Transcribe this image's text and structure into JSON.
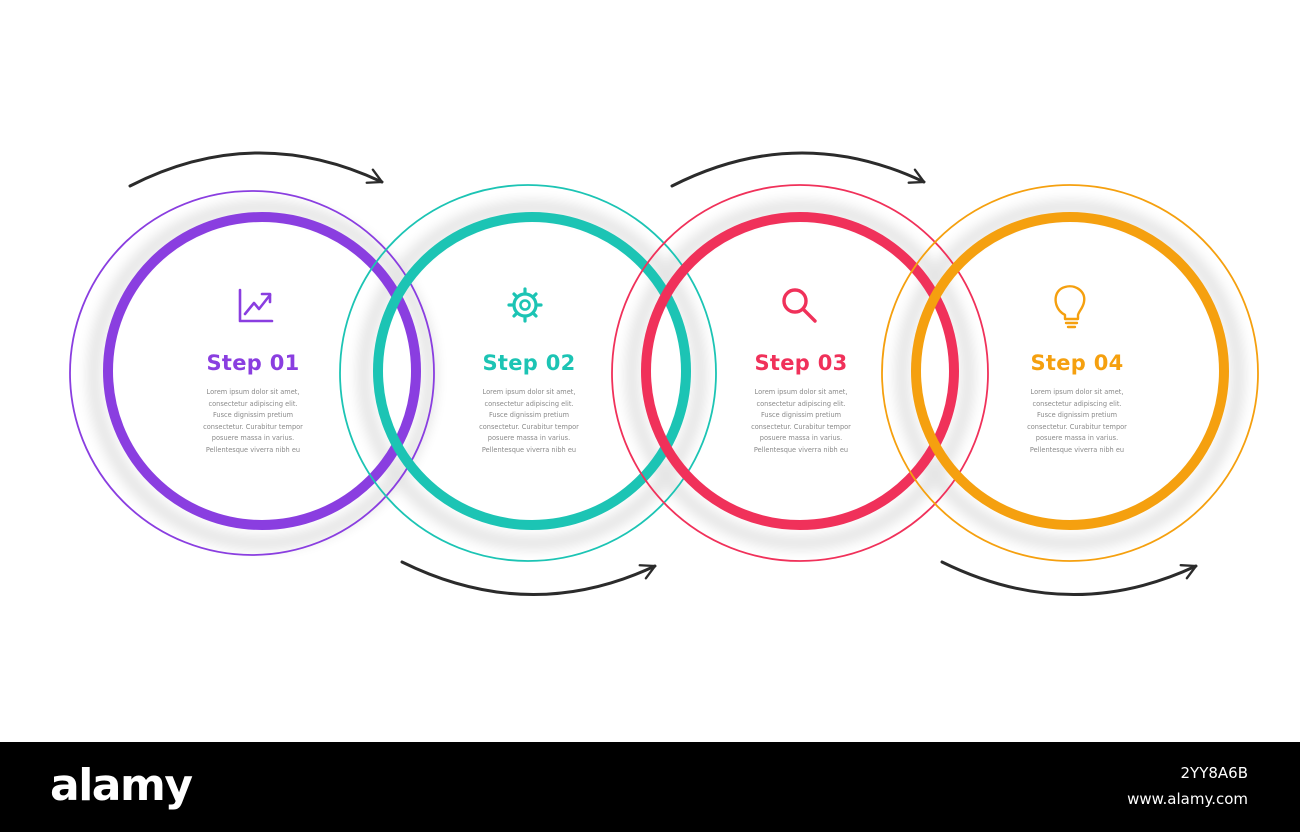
{
  "steps": [
    {
      "title": "Step 01",
      "icon": "chart-growth-icon",
      "color": "#8a3ee0",
      "body": "Lorem ipsum dolor sit amet,\nconsectetur adipiscing elit.\nFusce dignissim pretium\nconsectetur. Curabitur tempor\nposuere massa in varius.\nPellentesque viverra nibh eu"
    },
    {
      "title": "Step 02",
      "icon": "gear-icon",
      "color": "#1cc4b4",
      "body": "Lorem ipsum dolor sit amet,\nconsectetur adipiscing elit.\nFusce dignissim pretium\nconsectetur. Curabitur tempor\nposuere massa in varius.\nPellentesque viverra nibh eu"
    },
    {
      "title": "Step 03",
      "icon": "magnifier-icon",
      "color": "#f0315a",
      "body": "Lorem ipsum dolor sit amet,\nconsectetur adipiscing elit.\nFusce dignissim pretium\nconsectetur. Curabitur tempor\nposuere massa in varius.\nPellentesque viverra nibh eu"
    },
    {
      "title": "Step 04",
      "icon": "lightbulb-icon",
      "color": "#f5a00f",
      "body": "Lorem ipsum dolor sit amet,\nconsectetur adipiscing elit.\nFusce dignissim pretium\nconsectetur. Curabitur tempor\nposuere massa in varius.\nPellentesque viverra nibh eu"
    }
  ],
  "arrow_color": "#2b2b2b",
  "footer": {
    "logo": "alamy",
    "image_id": "2YY8A6B",
    "url": "www.alamy.com"
  }
}
